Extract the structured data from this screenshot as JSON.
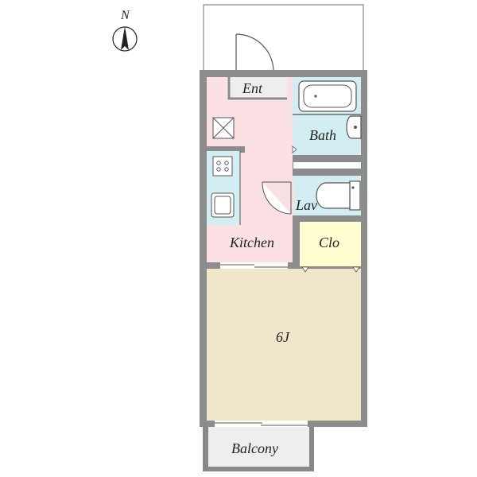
{
  "compass": {
    "label": "N",
    "icon": "north-arrow-icon"
  },
  "rooms": {
    "entrance": "Ent",
    "bath": "Bath",
    "lavatory": "Lav",
    "kitchen": "Kitchen",
    "closet": "Clo",
    "main_room": "6J",
    "balcony": "Balcony"
  },
  "colors": {
    "wall": "#8c8c8c",
    "kitchen_floor": "#fbe0e3",
    "wet_area": "#d3eef3",
    "closet": "#fefed0",
    "main_room": "#f0e6c9",
    "balcony": "#eeeeee",
    "entrance": "#eeeeee"
  }
}
